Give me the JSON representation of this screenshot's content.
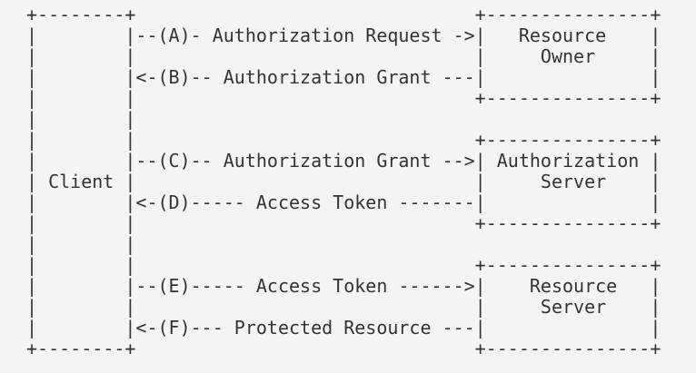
{
  "page": {
    "background_color": "#f4f4f2",
    "text_color": "#333333"
  },
  "diagram": {
    "type": "ascii-flow-diagram",
    "lines": [
      "+--------+                               +---------------+",
      "|        |--(A)- Authorization Request ->|   Resource    |",
      "|        |                               |     Owner     |",
      "|        |<-(B)-- Authorization Grant ---|               |",
      "|        |                               +---------------+",
      "|        |",
      "|        |                               +---------------+",
      "|        |--(C)-- Authorization Grant -->| Authorization |",
      "| Client |                               |     Server    |",
      "|        |<-(D)----- Access Token -------|               |",
      "|        |                               +---------------+",
      "|        |",
      "|        |                               +---------------+",
      "|        |--(E)----- Access Token ------>|    Resource   |",
      "|        |                               |     Server    |",
      "|        |<-(F)--- Protected Resource ---|               |",
      "+--------+                               +---------------+"
    ],
    "entities": [
      {
        "name": "Client"
      },
      {
        "name": "Resource Owner"
      },
      {
        "name": "Authorization Server"
      },
      {
        "name": "Resource Server"
      }
    ],
    "steps": [
      {
        "id": "A",
        "direction": "->",
        "label": "Authorization Request"
      },
      {
        "id": "B",
        "direction": "<-",
        "label": "Authorization Grant"
      },
      {
        "id": "C",
        "direction": "->",
        "label": "Authorization Grant"
      },
      {
        "id": "D",
        "direction": "<-",
        "label": "Access Token"
      },
      {
        "id": "E",
        "direction": "->",
        "label": "Access Token"
      },
      {
        "id": "F",
        "direction": "<-",
        "label": "Protected Resource"
      }
    ]
  }
}
